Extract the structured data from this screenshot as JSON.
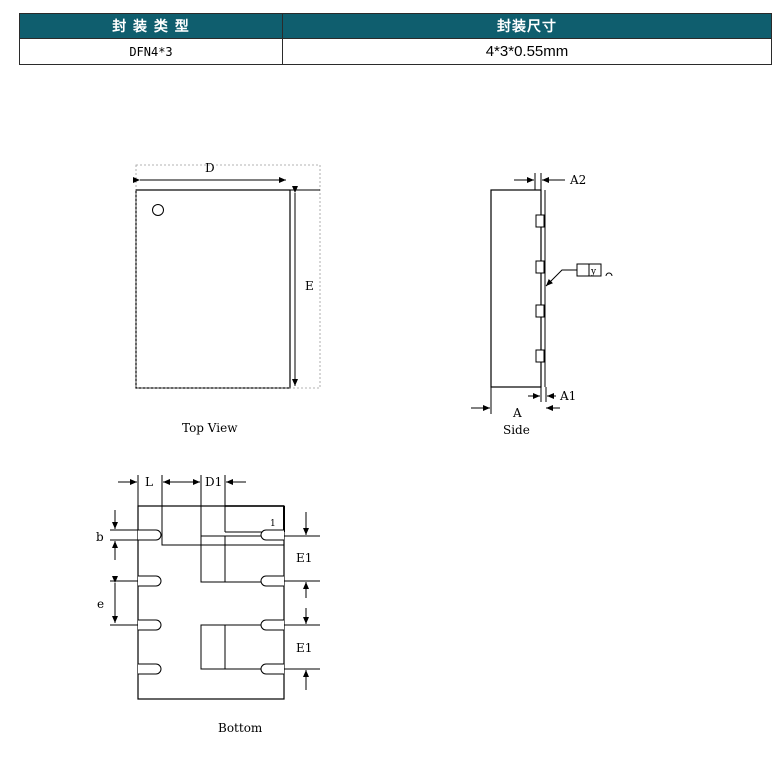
{
  "table": {
    "headers": [
      "封 装 类 型",
      "封装尺寸"
    ],
    "row": {
      "package_type": "DFN4*3",
      "package_size": "4*3*0.55mm"
    }
  },
  "top_view": {
    "caption": "Top View",
    "label_d": "D",
    "label_e": "E"
  },
  "side_view": {
    "caption": "Side",
    "label_a": "A",
    "label_a1": "A1",
    "label_a2": "A2",
    "label_y": "y"
  },
  "bottom_view": {
    "caption": "Bottom",
    "label_l": "L",
    "label_d1": "D1",
    "label_b": "b",
    "label_e": "e",
    "label_e1_top": "E1",
    "label_e1_bottom": "E1",
    "label_pin1": "1"
  },
  "colors": {
    "header_bg": "#0f5e6e",
    "header_text": "#ffffff",
    "line": "#000000",
    "dashed": "#9a9a9a"
  }
}
